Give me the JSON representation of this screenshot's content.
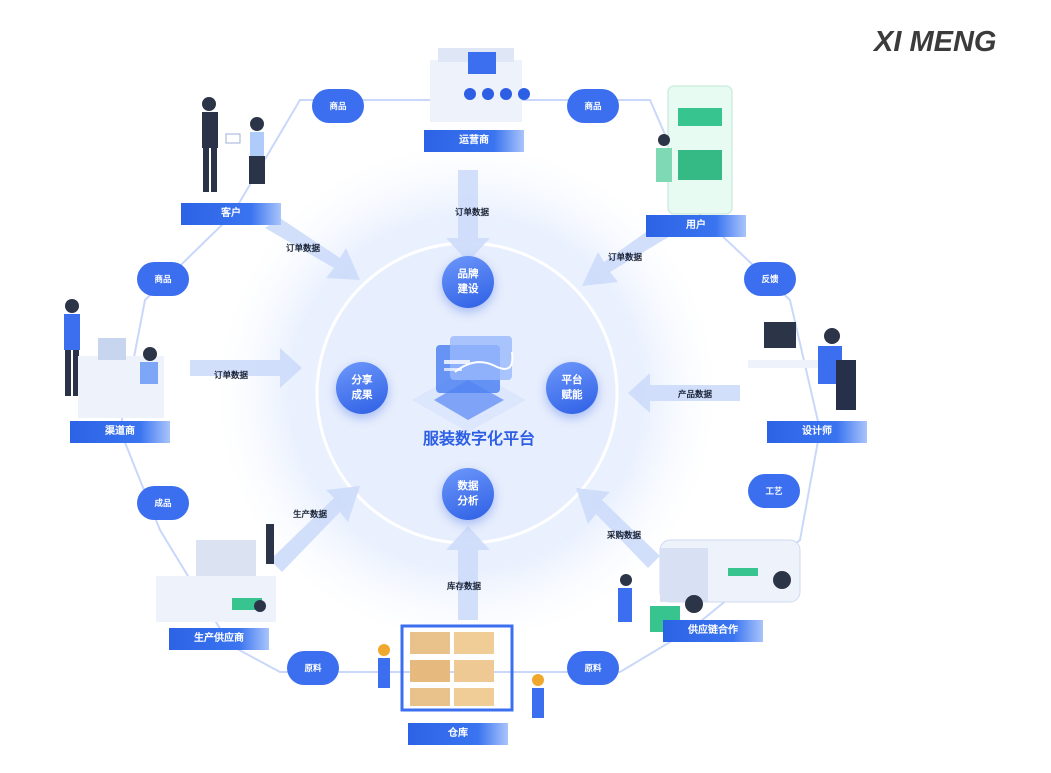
{
  "logo": {
    "text": "XI MENG"
  },
  "center": {
    "title": "服装数字化平台"
  },
  "nodes": [
    {
      "id": "brand",
      "text": "品牌建设"
    },
    {
      "id": "share",
      "text": "分享成果"
    },
    {
      "id": "enable",
      "text": "平台赋能"
    },
    {
      "id": "analysis",
      "text": "数据分析"
    }
  ],
  "stakeholders": [
    {
      "id": "operator",
      "text": "运营商"
    },
    {
      "id": "customer",
      "text": "客户"
    },
    {
      "id": "user",
      "text": "用户"
    },
    {
      "id": "channel",
      "text": "渠道商"
    },
    {
      "id": "designer",
      "text": "设计师"
    },
    {
      "id": "producer",
      "text": "生产供应商"
    },
    {
      "id": "supply",
      "text": "供应链合作"
    },
    {
      "id": "warehouse",
      "text": "仓库"
    }
  ],
  "links": [
    {
      "id": "l1",
      "text": "商品"
    },
    {
      "id": "l2",
      "text": "商品"
    },
    {
      "id": "l3",
      "text": "商品"
    },
    {
      "id": "l4",
      "text": "反馈"
    },
    {
      "id": "l5",
      "text": "成品"
    },
    {
      "id": "l6",
      "text": "工艺"
    },
    {
      "id": "l7",
      "text": "原料"
    },
    {
      "id": "l8",
      "text": "原料"
    }
  ],
  "flows": [
    {
      "id": "f1",
      "text": "订单数据"
    },
    {
      "id": "f2",
      "text": "订单数据"
    },
    {
      "id": "f3",
      "text": "订单数据"
    },
    {
      "id": "f4",
      "text": "订单数据"
    },
    {
      "id": "f5",
      "text": "产品数据"
    },
    {
      "id": "f6",
      "text": "生产数据"
    },
    {
      "id": "f7",
      "text": "采购数据"
    },
    {
      "id": "f8",
      "text": "库存数据"
    }
  ],
  "colors": {
    "accent": "#2d5fe4",
    "pill": "#3b6ff0",
    "ring": "#c9d8fa",
    "halo": "#eef3fe"
  }
}
